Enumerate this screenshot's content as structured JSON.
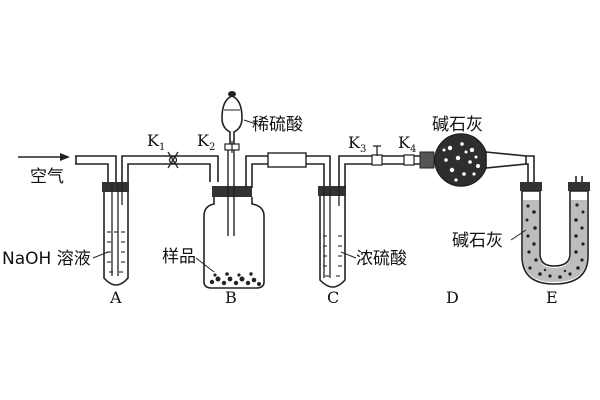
{
  "labels": {
    "air": "空气",
    "naoh": "NaOH 溶液",
    "sample": "样品",
    "dilute_acid": "稀硫酸",
    "conc_acid": "浓硫酸",
    "soda_lime_top": "碱石灰",
    "soda_lime_e": "碱石灰",
    "A": "A",
    "B": "B",
    "C": "C",
    "D": "D",
    "E": "E"
  },
  "valves": [
    {
      "main": "K",
      "sub": "1"
    },
    {
      "main": "K",
      "sub": "2"
    },
    {
      "main": "K",
      "sub": "3"
    },
    {
      "main": "K",
      "sub": "4"
    }
  ]
}
